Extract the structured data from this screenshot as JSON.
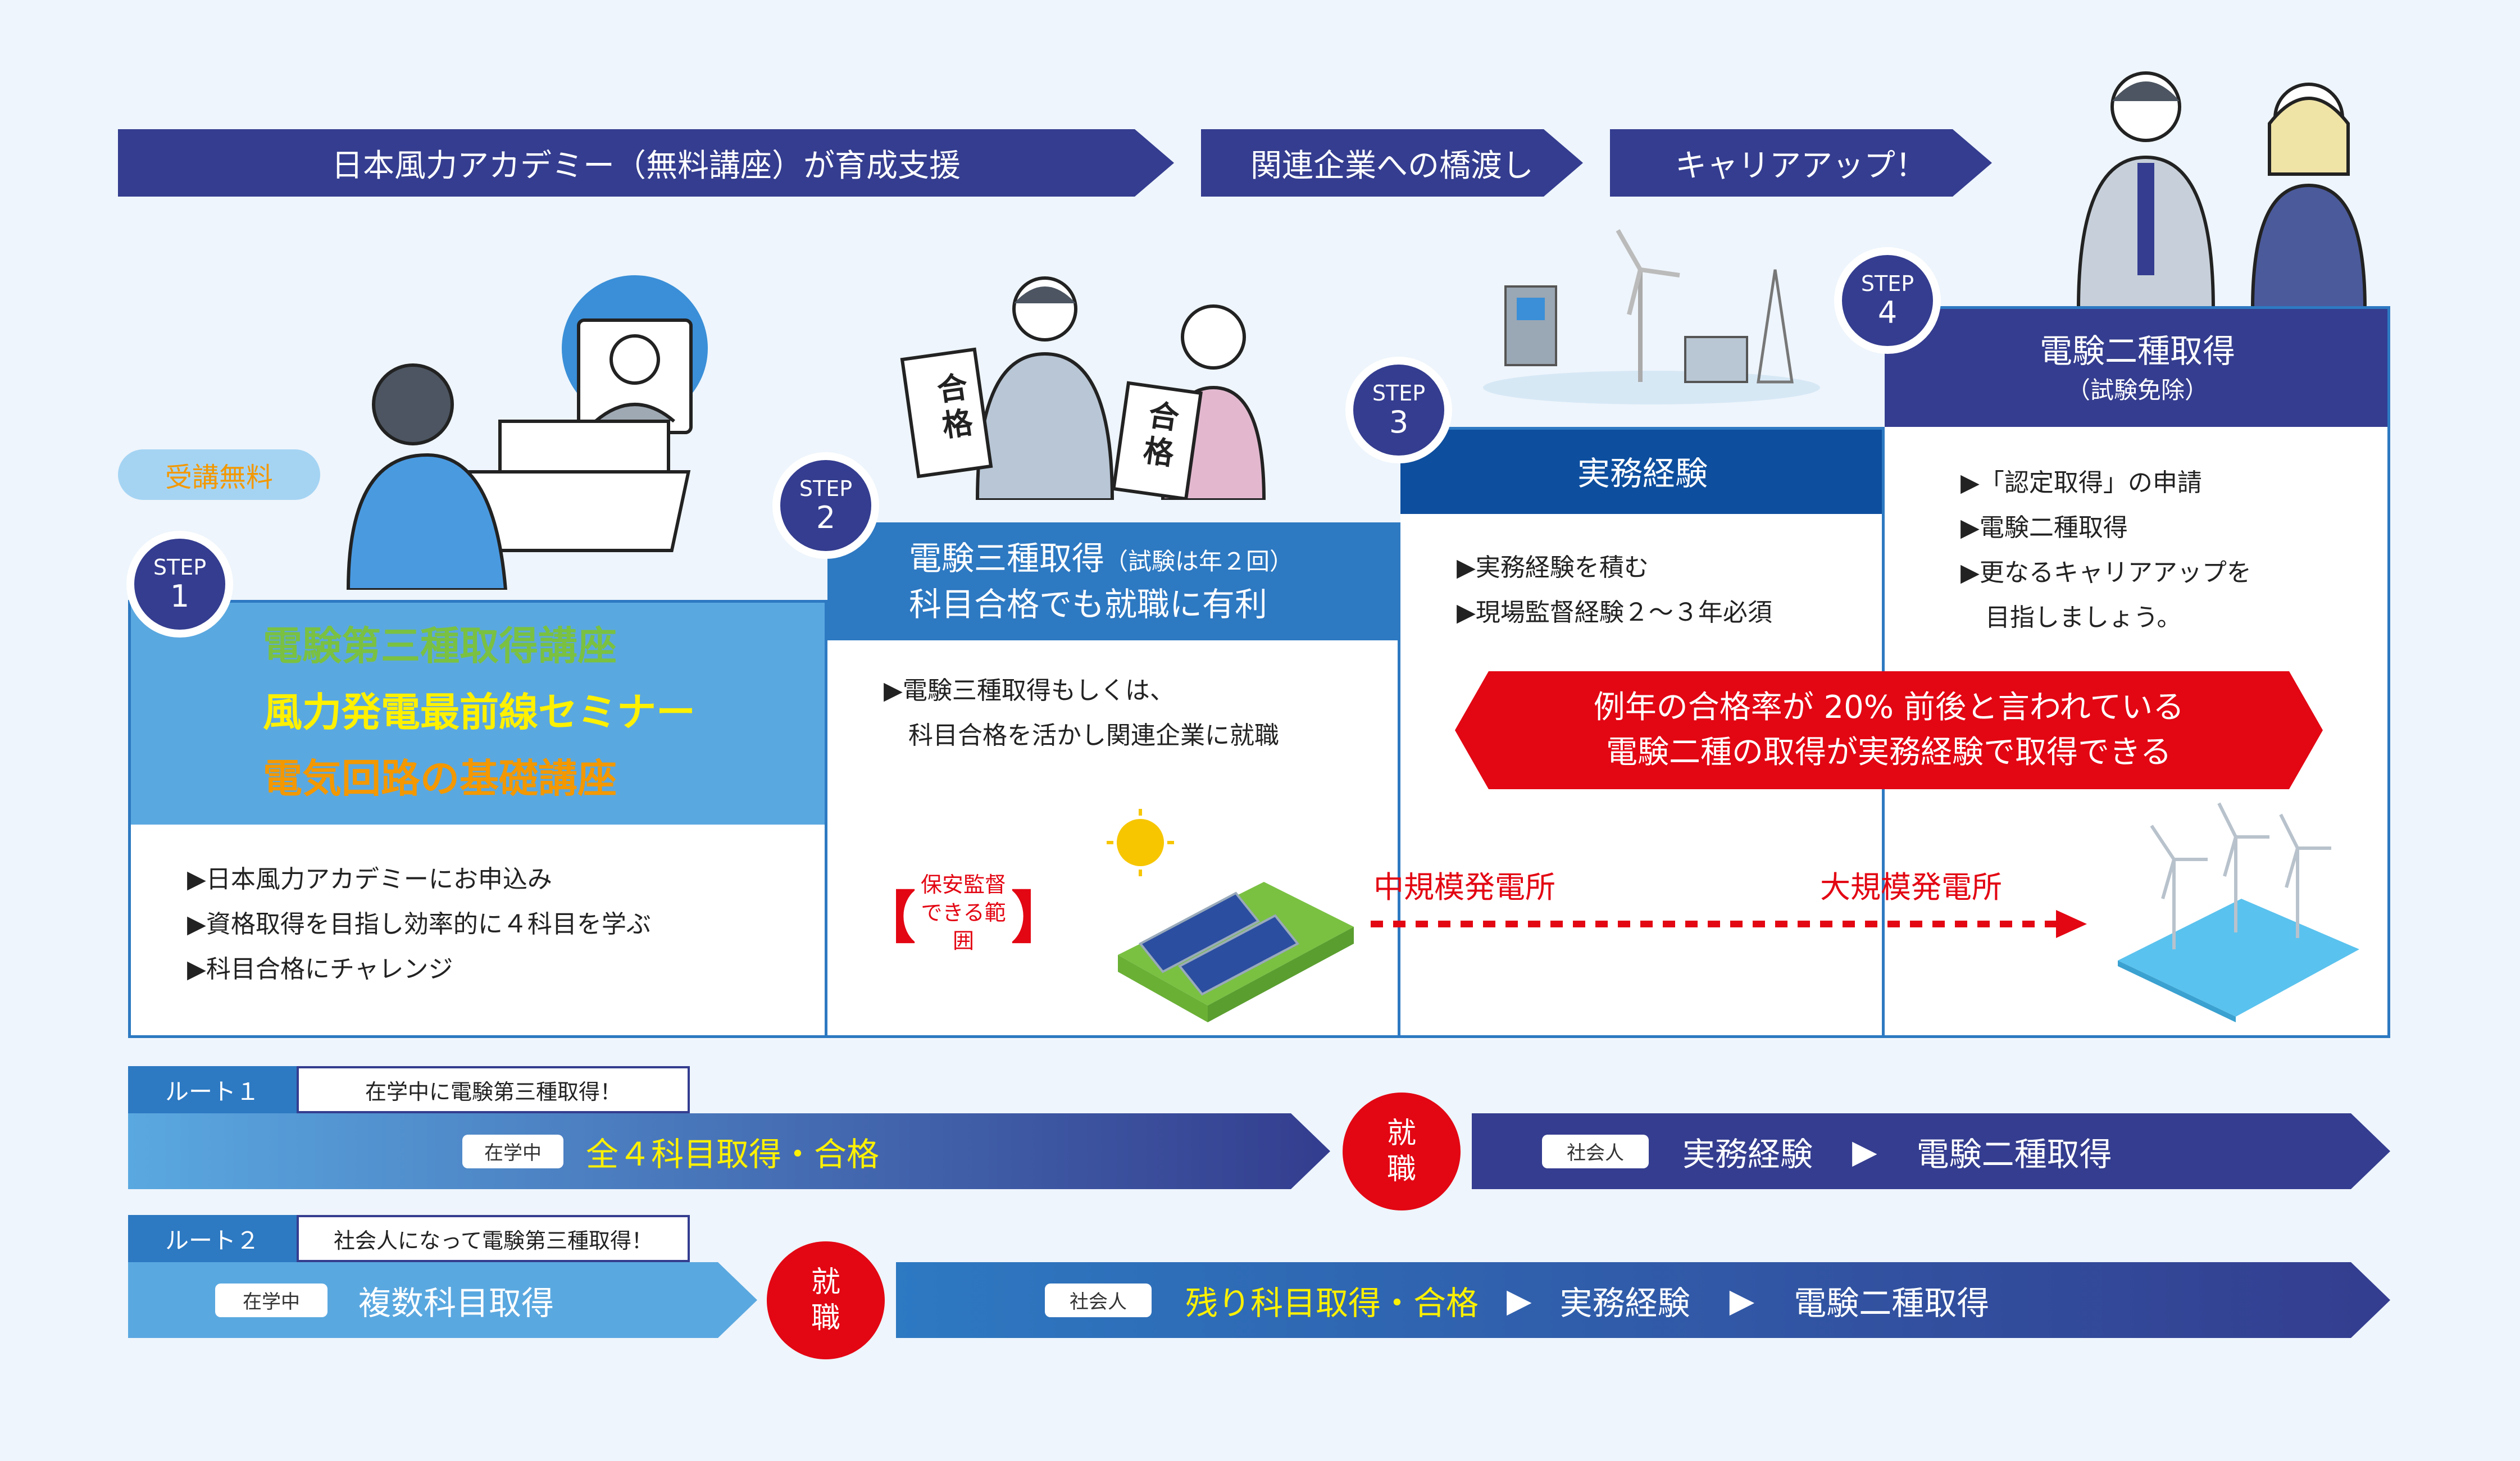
{
  "top_arrows": {
    "a1": "日本風力アカデミー（無料講座）が育成支援",
    "a2": "関連企業への橋渡し",
    "a3": "キャリアアップ！"
  },
  "free_badge": "受講無料",
  "step_word": "STEP",
  "steps": [
    {
      "num": "1",
      "courses": [
        "電験第三種取得講座",
        "風力発電最前線セミナー",
        "電気回路の基礎講座"
      ],
      "bullets": [
        "▶日本風力アカデミーにお申込み",
        "▶資格取得を目指し効率的に４科目を学ぶ",
        "▶科目合格にチャレンジ"
      ]
    },
    {
      "num": "2",
      "title_main": "電験三種取得",
      "title_note": "（試験は年２回）",
      "title_line2": "科目合格でも就職に有利",
      "bullets": [
        "▶電験三種取得もしくは、",
        "科目合格を活かし関連企業に就職"
      ]
    },
    {
      "num": "3",
      "title": "実務経験",
      "bullets": [
        "▶実務経験を積む",
        "▶現場監督経験２〜３年必須"
      ]
    },
    {
      "num": "4",
      "title": "電験二種取得",
      "subtitle": "（試験免除）",
      "bullets": [
        "▶「認定取得」の申請",
        "▶電験二種取得",
        "▶更なるキャリアアップを",
        "目指しましょう。"
      ]
    }
  ],
  "pass_rate_banner": [
    "例年の合格率が 20% 前後と言われている",
    "電験二種の取得が実務経験で取得できる"
  ],
  "supervision": {
    "label_l1": "保安監督",
    "label_l2": "できる範囲",
    "mid": "中規模発電所",
    "large": "大規模発電所"
  },
  "sign_text": [
    "合",
    "格"
  ],
  "routes": [
    {
      "tag": "ルート１",
      "desc": "在学中に電験第三種取得！",
      "left_pill": "在学中",
      "left_text": "全４科目取得・合格",
      "job": [
        "就",
        "職"
      ],
      "right_pill": "社会人",
      "right_items": [
        "実務経験",
        "電験二種取得"
      ]
    },
    {
      "tag": "ルート２",
      "desc": "社会人になって電験第三種取得！",
      "left_pill": "在学中",
      "left_text": "複数科目取得",
      "job": [
        "就",
        "職"
      ],
      "right_pill": "社会人",
      "right_highlight": "残り科目取得・合格",
      "right_items": [
        "実務経験",
        "電験二種取得"
      ]
    }
  ],
  "arrow_glyph": "▶",
  "colors": {
    "navy": "#343d8f",
    "blue": "#2d79c2",
    "light_blue": "#5aa8e0",
    "red": "#e30613",
    "green": "#7ac142",
    "orange": "#f39800",
    "yellow": "#fff100"
  }
}
